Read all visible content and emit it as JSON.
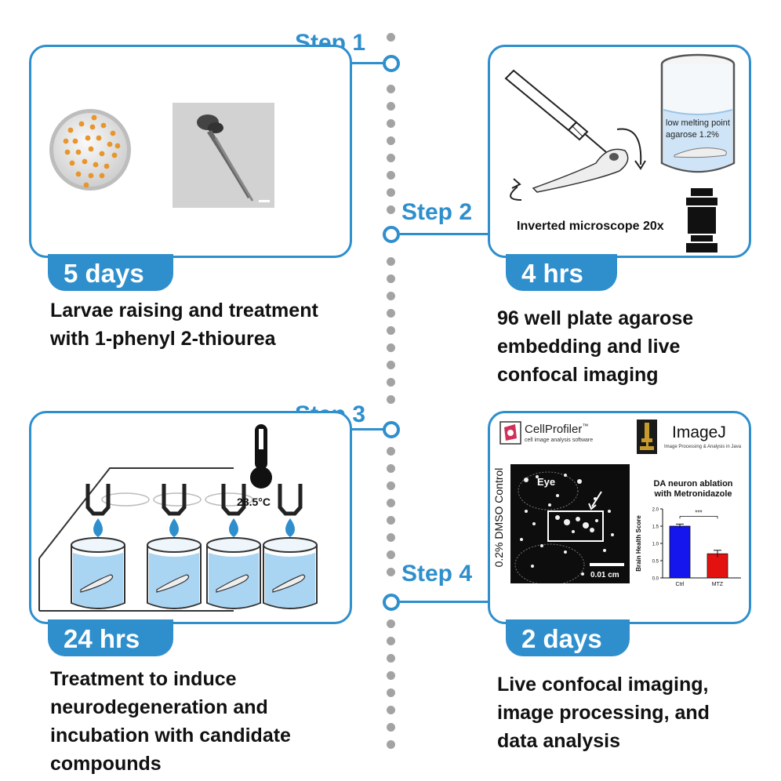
{
  "steps": [
    {
      "label": "Step 1",
      "duration": "5 days",
      "description_lines": [
        "Larvae raising and treatment",
        "with 1-phenyl 2-thiourea"
      ]
    },
    {
      "label": "Step 2",
      "duration": "4 hrs",
      "description_lines": [
        "96 well plate agarose",
        "embedding and live",
        "confocal imaging"
      ],
      "agarose_label_1": "low melting point",
      "agarose_label_2": "agarose 1.2%",
      "microscope_label": "Inverted microscope 20x"
    },
    {
      "label": "Step 3",
      "duration": "24 hrs",
      "description_lines": [
        "Treatment to induce",
        "neurodegeneration and",
        "incubation with candidate",
        "compounds"
      ],
      "temperature": "28.5°C"
    },
    {
      "label": "Step 4",
      "duration": "2 days",
      "description_lines": [
        "Live confocal imaging,",
        "image processing, and",
        "data analysis"
      ],
      "software_1_name": "CellProfiler",
      "software_1_tm": "™",
      "software_1_sub": "cell image analysis software",
      "software_2_name": "ImageJ",
      "software_2_sub": "Image Processing & Analysis in Java",
      "image_side_label": "0.2% DMSO Control",
      "eye_label": "Eye",
      "scale_bar": "0.01 cm"
    }
  ],
  "chart_data": {
    "type": "bar",
    "title_lines": [
      "DA neuron ablation",
      "with Metronidazole"
    ],
    "ylabel": "Brain Health Score",
    "categories": [
      "Ctrl",
      "MTZ"
    ],
    "values": [
      1.5,
      0.7
    ],
    "errors": [
      0.06,
      0.1
    ],
    "ylim": [
      0,
      2.0
    ],
    "yticks": [
      "0.0",
      "0.5",
      "1.0",
      "1.5",
      "2.0"
    ],
    "colors": [
      "#1515ee",
      "#e41111"
    ],
    "significance": "***"
  },
  "colors": {
    "accent": "#2f8fcd",
    "timeline_dot": "#a3a3a3",
    "text": "#111111"
  }
}
